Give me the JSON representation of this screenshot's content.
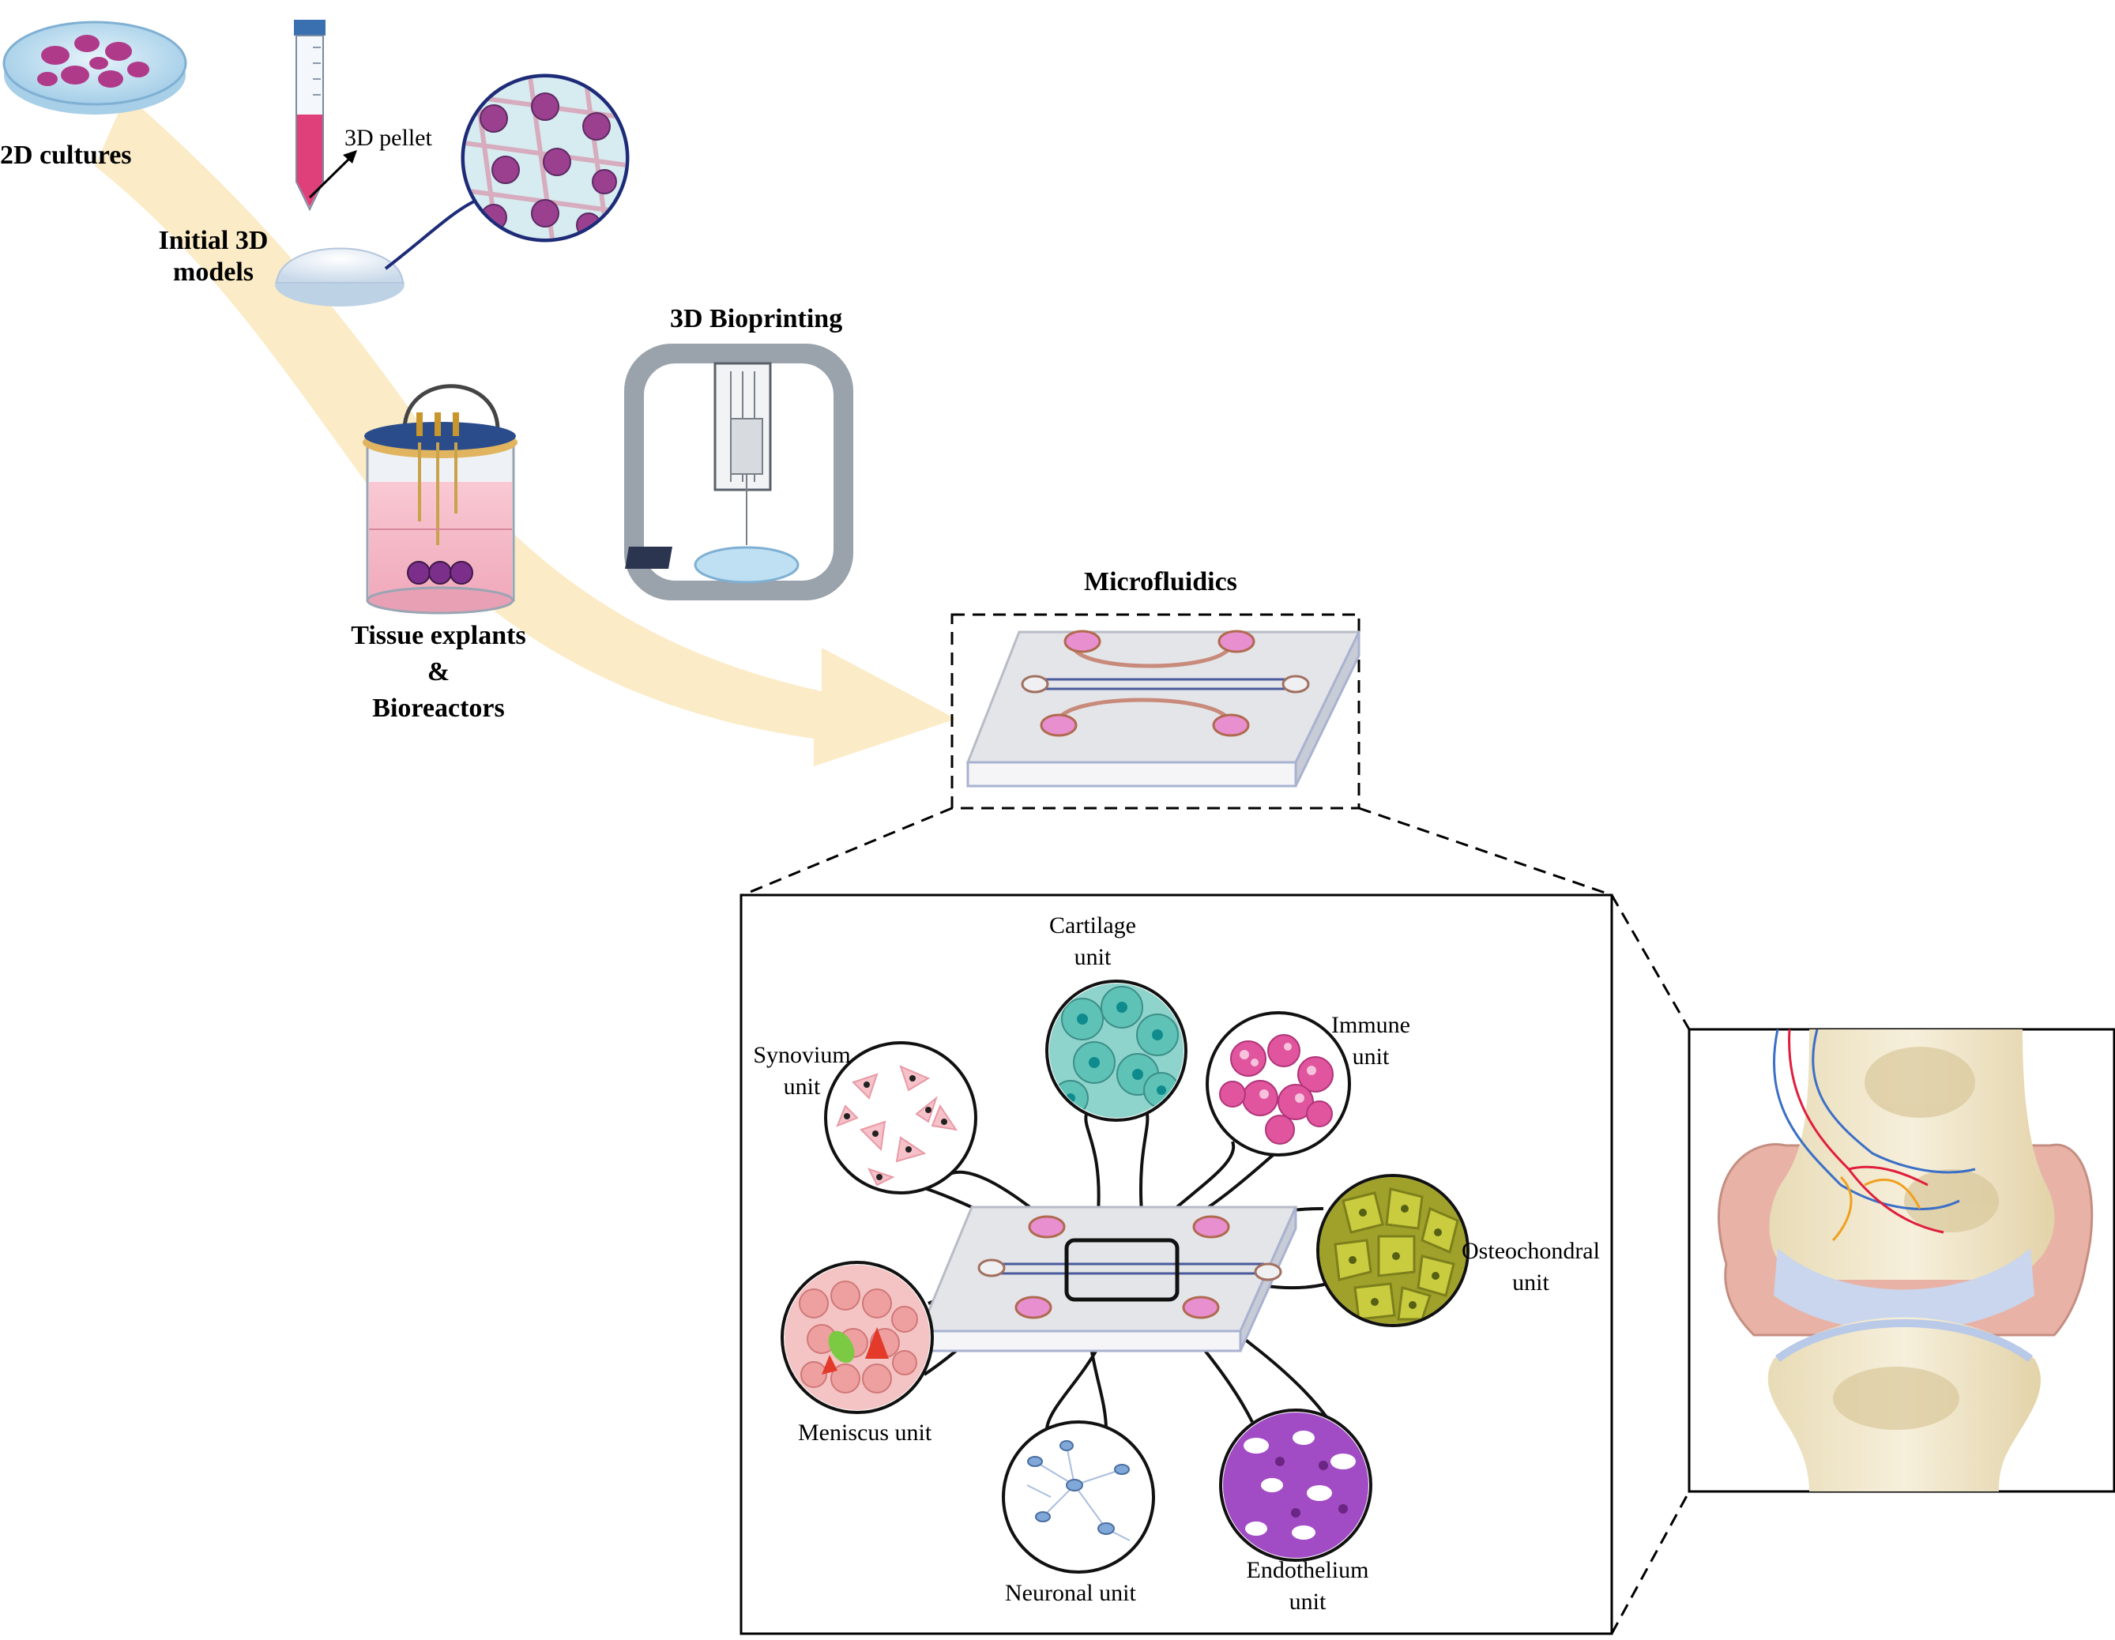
{
  "stages": {
    "cultures_2d": "2D cultures",
    "pellet_3d": "3D pellet",
    "initial_3d_line1": "Initial  3D",
    "initial_3d_line2": "models",
    "bioprinting": "3D Bioprinting",
    "tissue_line1": "Tissue explants",
    "tissue_line2": "&",
    "tissue_line3": "Bioreactors",
    "microfluidics": "Microfluidics"
  },
  "units": {
    "cartilage_line1": "Cartilage",
    "cartilage_line2": "unit",
    "immune_line1": "Immune",
    "immune_line2": "unit",
    "synovium_line1": "Synovium",
    "synovium_line2": "unit",
    "osteochondral_line1": "Osteochondral",
    "osteochondral_line2": "unit",
    "meniscus": "Meniscus unit",
    "neuronal": "Neuronal unit",
    "endothelium_line1": "Endothelium",
    "endothelium_line2": "unit"
  },
  "colors": {
    "arrow": "#fbe9c0",
    "cell_magenta": "#b03a8a",
    "cartilage_teal": "#5fc2b7",
    "immune_pink": "#e0559e",
    "osteo_olive": "#b5b834",
    "endo_purple": "#a14cc4",
    "neuron_blue": "#7fa8d8",
    "bone": "#efe3c4"
  }
}
